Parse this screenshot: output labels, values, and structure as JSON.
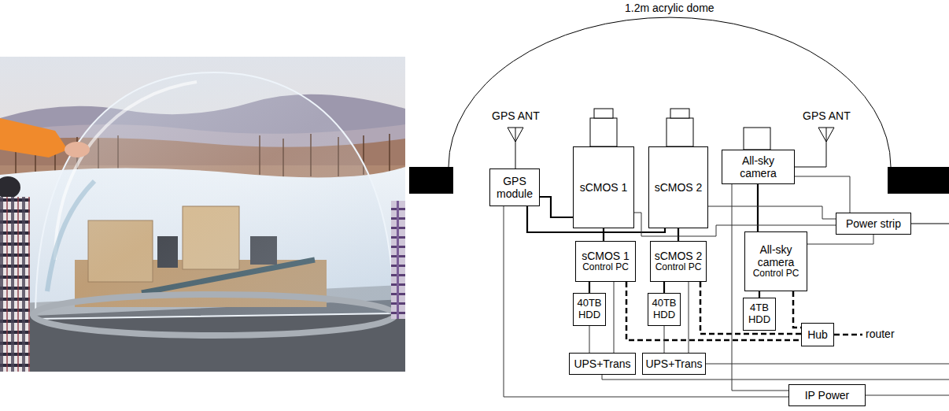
{
  "diagram": {
    "nodes": [
      {
        "text": [
          "GPS module"
        ]
      },
      {
        "text": [
          "sCMOS 1"
        ]
      },
      {
        "text": [
          "sCMOS 2"
        ]
      },
      {
        "text": [
          "All-sky camera"
        ]
      },
      {
        "text": [
          "sCMOS 1",
          "Control PC"
        ]
      },
      {
        "text": [
          "sCMOS 2",
          "Control PC"
        ]
      },
      {
        "text": [
          "All-sky camera",
          "Control PC"
        ]
      },
      {
        "text": [
          "40TB HDD"
        ]
      },
      {
        "text": [
          "40TB HDD"
        ]
      },
      {
        "text": [
          "4TB HDD"
        ]
      },
      {
        "text": [
          "Power strip"
        ]
      },
      {
        "text": [
          "Hub"
        ]
      },
      {
        "text": [
          "UPS+Trans"
        ]
      },
      {
        "text": [
          "UPS+Trans"
        ]
      },
      {
        "text": [
          "IP Power"
        ]
      }
    ],
    "edges": [
      {
        "from": 0,
        "to": 1,
        "arrow": "none"
      },
      {
        "from": 0,
        "to": 2,
        "arrow": "none"
      },
      {
        "from": 1,
        "to": 4,
        "arrow": "none"
      },
      {
        "from": 2,
        "to": 5,
        "arrow": "none"
      },
      {
        "from": 3,
        "to": 6,
        "arrow": "none"
      },
      {
        "from": 4,
        "to": 7,
        "arrow": "none"
      },
      {
        "from": 5,
        "to": 8,
        "arrow": "none"
      },
      {
        "from": 6,
        "to": 9,
        "arrow": "none"
      },
      {
        "from": 1,
        "to": 10,
        "arrow": "none"
      },
      {
        "from": 2,
        "to": 10,
        "arrow": "none"
      },
      {
        "from": 3,
        "to": 10,
        "arrow": "none"
      },
      {
        "from": 6,
        "to": 10,
        "arrow": "none"
      },
      {
        "from": 4,
        "to": 11,
        "arrow": "none"
      },
      {
        "from": 5,
        "to": 11,
        "arrow": "none"
      },
      {
        "from": 6,
        "to": 11,
        "arrow": "none"
      },
      {
        "from": 7,
        "to": 12,
        "arrow": "none"
      },
      {
        "from": 4,
        "to": 12,
        "arrow": "none"
      },
      {
        "from": 8,
        "to": 13,
        "arrow": "none"
      },
      {
        "from": 5,
        "to": 13,
        "arrow": "none"
      },
      {
        "from": 0,
        "to": 14,
        "arrow": "none"
      },
      {
        "from": 3,
        "to": 14,
        "arrow": "none"
      }
    ],
    "labels": [
      "1.2m acrylic dome",
      "GPS ANT",
      "GPS ANT",
      "router"
    ]
  }
}
